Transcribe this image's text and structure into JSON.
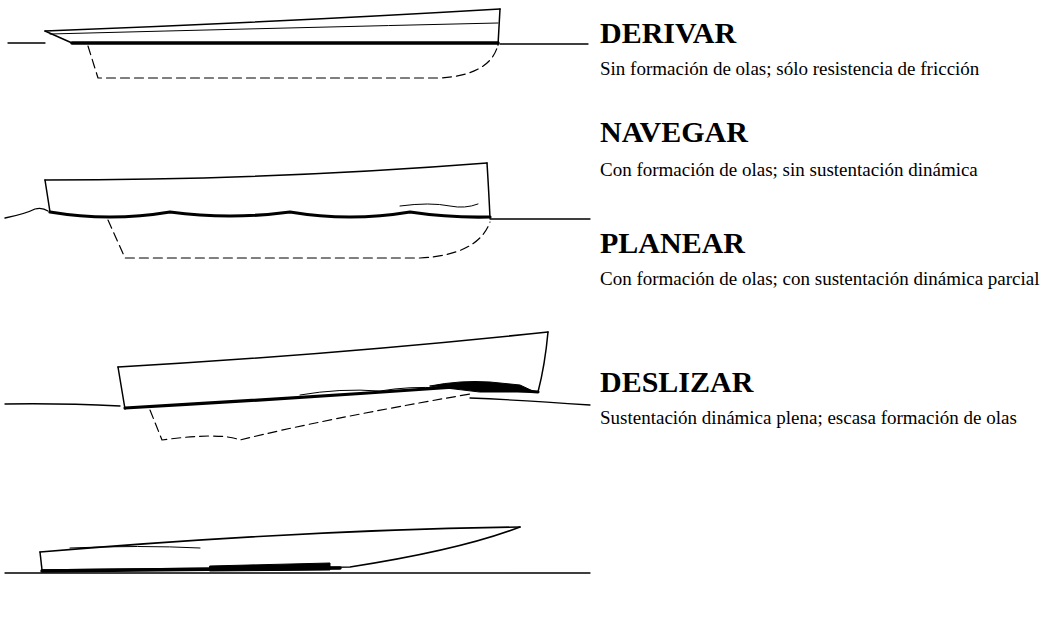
{
  "diagram": {
    "labels": [
      "DERIVAR",
      "Sin formación de olas; sólo resistencia de fricción",
      "NAVEGAR",
      "Con formación de olas; sin sustentación dinámica",
      "PLANEAR",
      "Con formación de olas; con sustentación dinámica parcial",
      "DESLIZAR",
      "Sustentación dinámica plena; escasa formación de olas"
    ]
  }
}
